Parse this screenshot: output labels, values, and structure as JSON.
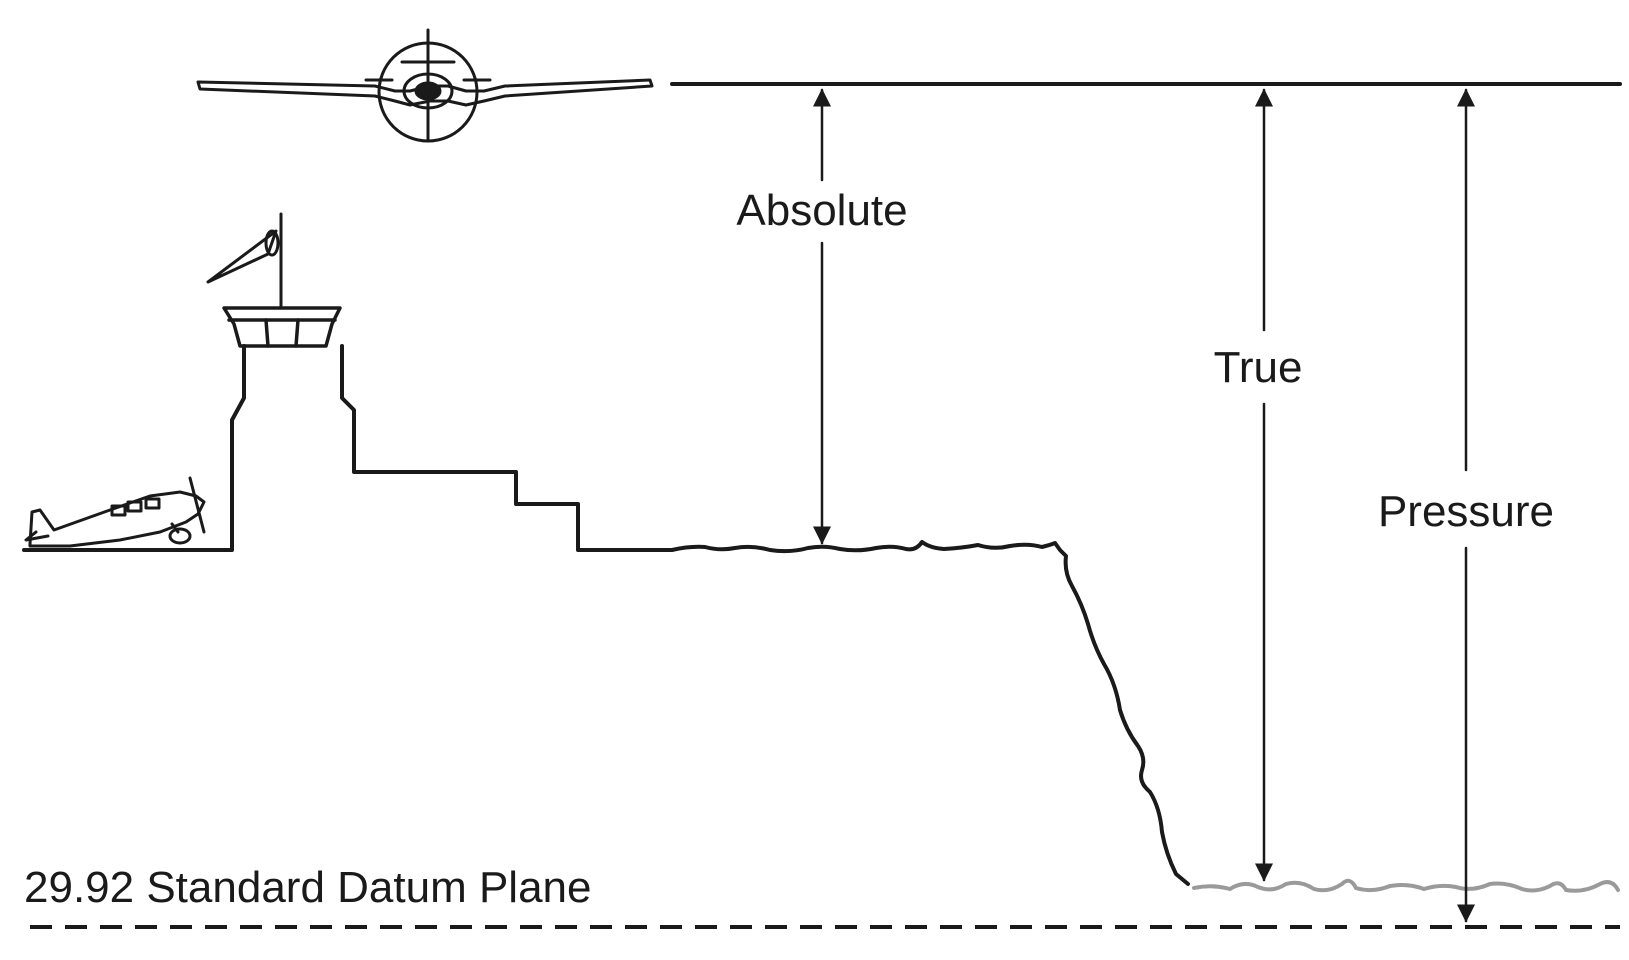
{
  "labels": {
    "absolute": "Absolute",
    "true": "True",
    "pressure": "Pressure",
    "datum": "29.92 Standard Datum Plane"
  },
  "colors": {
    "ink": "#1a1a1a",
    "sea_level": "#9a9a9a",
    "background": "#ffffff"
  },
  "icons": {
    "airplane_front": "airplane-front-icon",
    "airplane_side": "airplane-side-icon",
    "control_tower": "control-tower-icon",
    "windsock": "windsock-icon"
  }
}
